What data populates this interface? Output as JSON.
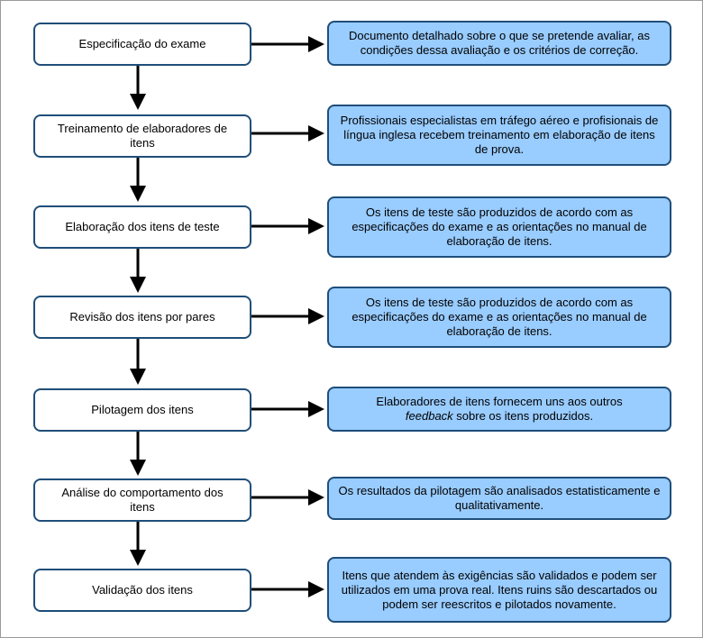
{
  "colors": {
    "step_fill": "#ffffff",
    "step_border": "#1f4e79",
    "desc_fill": "#99ccff",
    "desc_border": "#1f4e79",
    "arrow": "#000000"
  },
  "steps": [
    {
      "label": "Especificação do exame",
      "description": "Documento detalhado sobre o que se pretende avaliar, as condições dessa avaliação e os critérios de correção."
    },
    {
      "label": "Treinamento de elaboradores de itens",
      "description": "Profissionais especialistas em tráfego aéreo e profisionais de língua inglesa recebem treinamento em elaboração de itens de prova."
    },
    {
      "label": "Elaboração dos itens de teste",
      "description": "Os itens de teste são produzidos de acordo com as especificações do exame e as orientações no manual de elaboração de itens."
    },
    {
      "label": "Revisão dos itens por pares",
      "description": "Os itens de teste são produzidos de acordo com as especificações do exame e as orientações no manual de elaboração de itens."
    },
    {
      "label": "Pilotagem dos itens",
      "description_pre": "Elaboradores de itens fornecem uns aos outros",
      "description_em": "feedback",
      "description_post": "sobre os itens produzidos."
    },
    {
      "label": "Análise do comportamento dos itens",
      "description": "Os resultados da pilotagem são analisados estatisticamente e qualitativamente."
    },
    {
      "label": "Validação dos itens",
      "description": "Itens que atendem às exigências são validados e podem ser utilizados em uma prova real. Itens ruins são descartados ou podem ser reescritos e pilotados novamente."
    }
  ]
}
